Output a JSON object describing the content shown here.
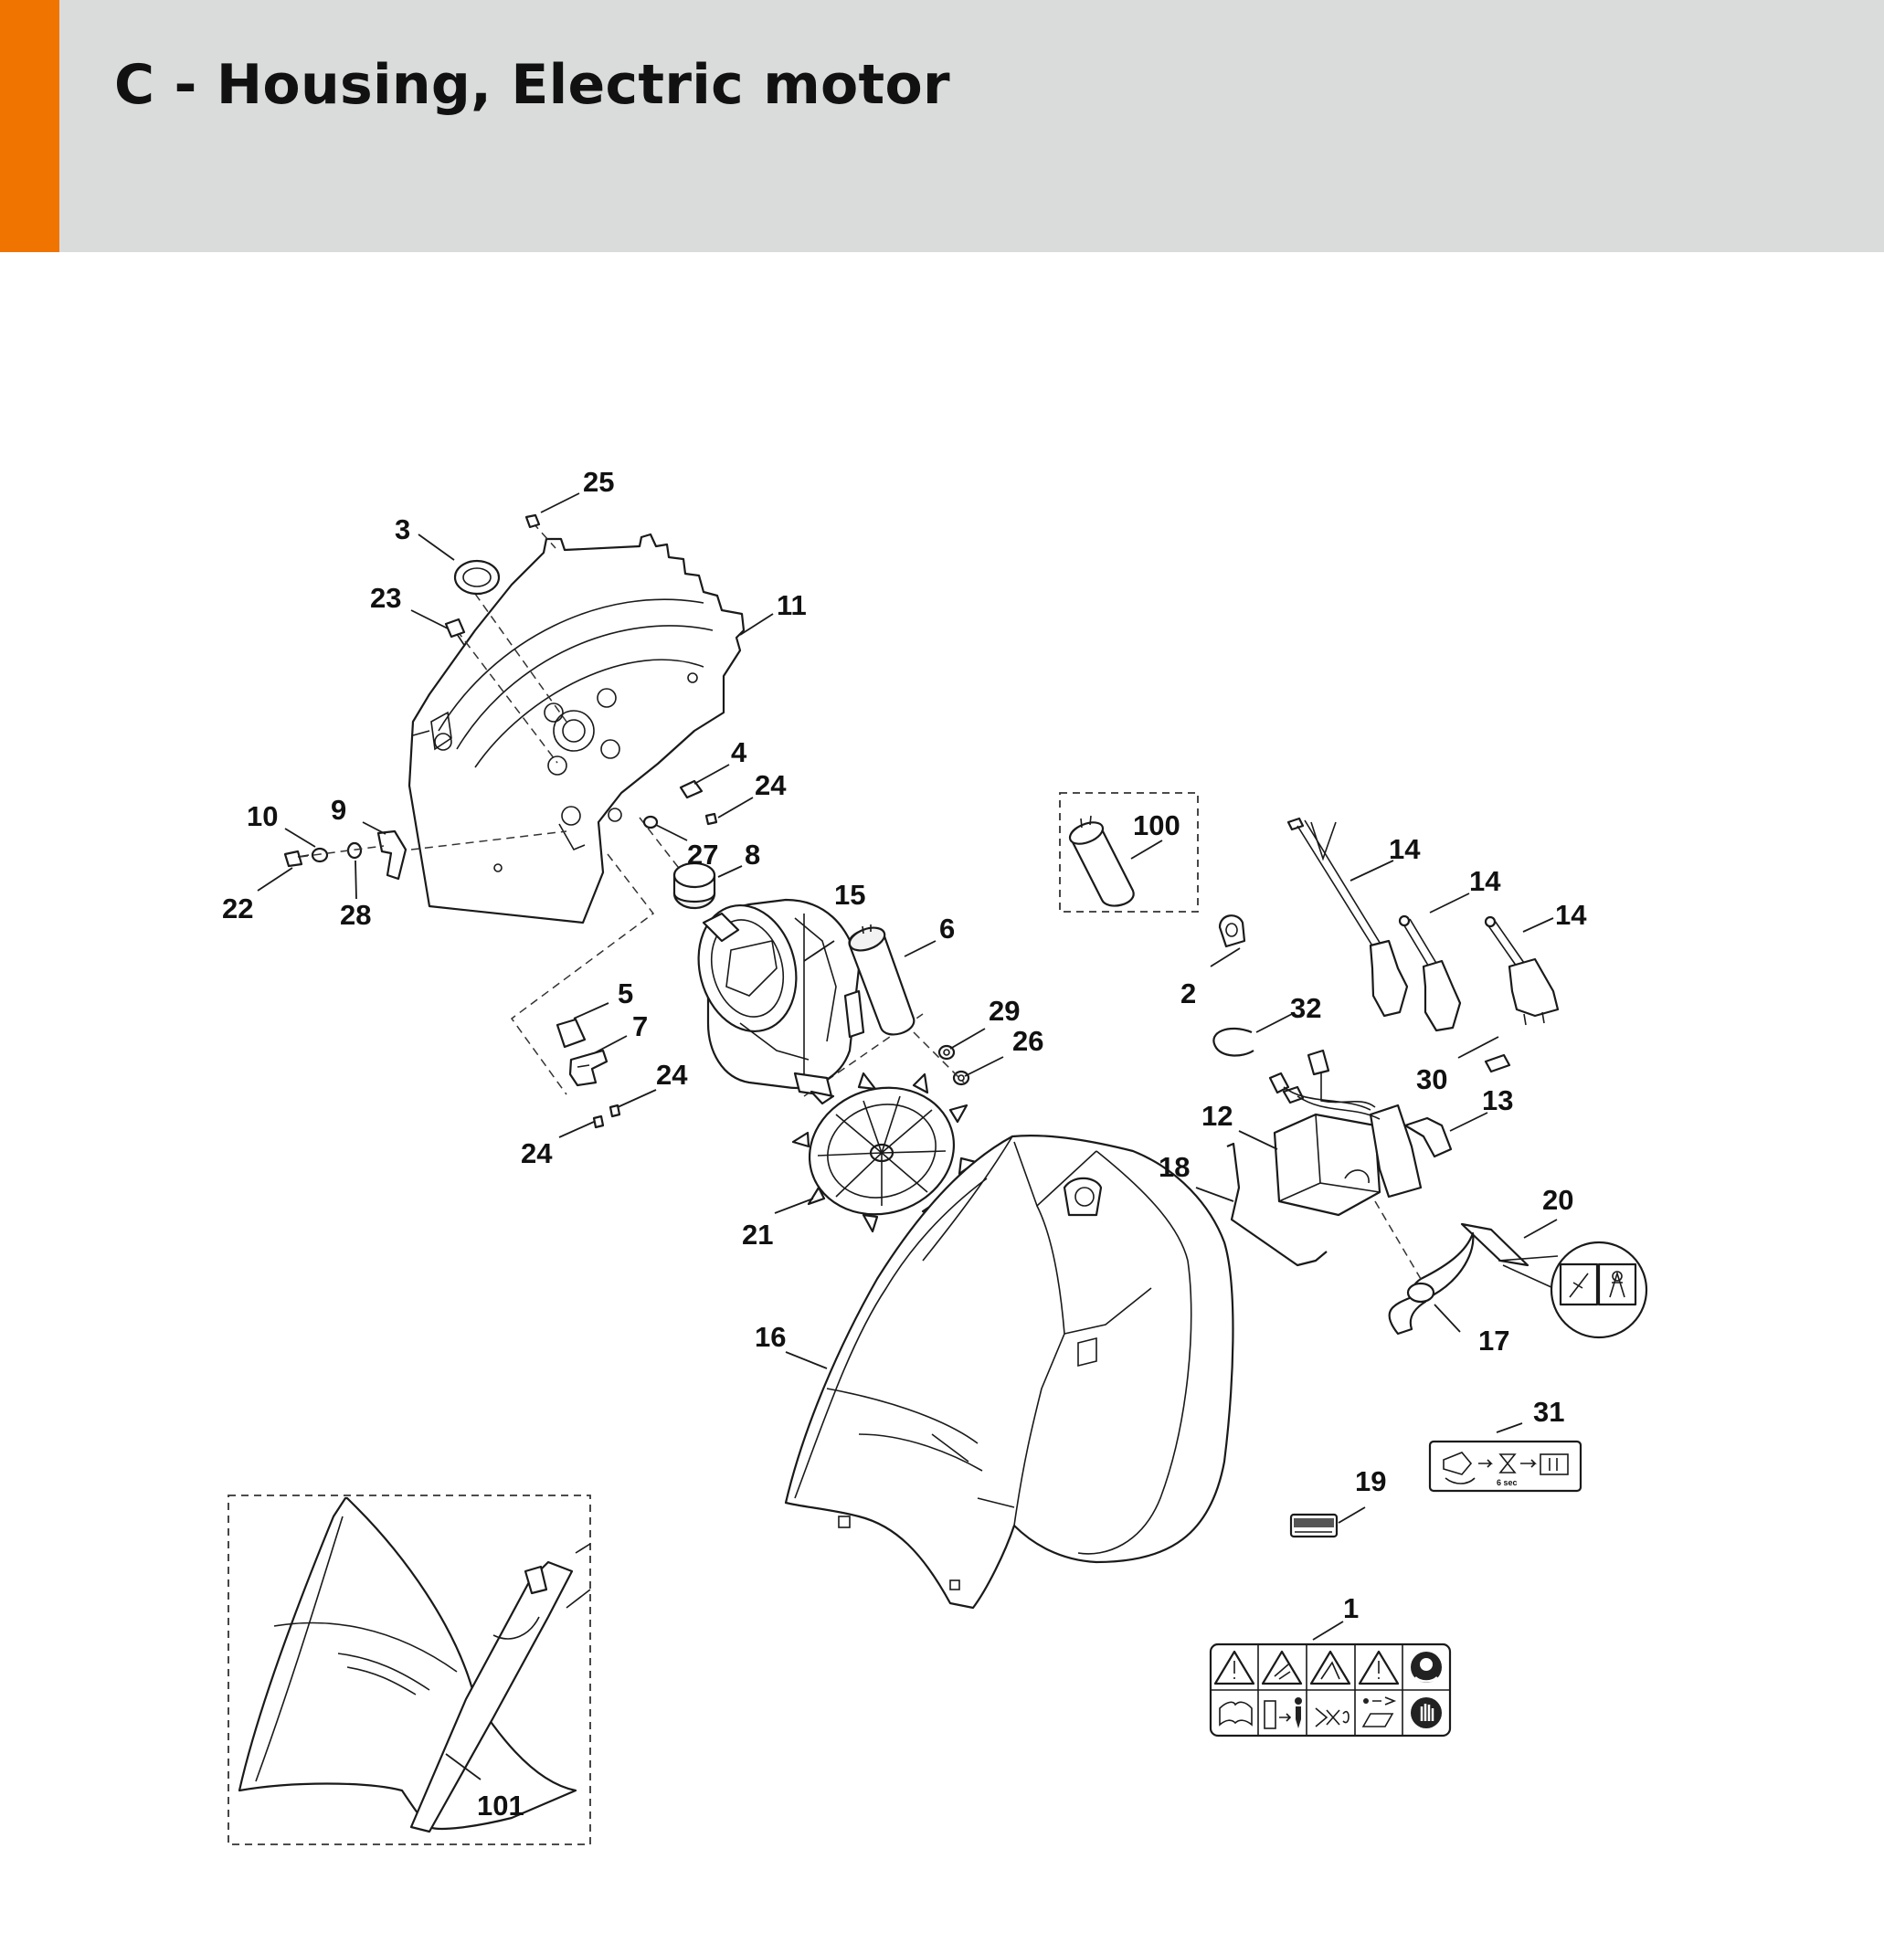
{
  "header": {
    "title": "C - Housing, Electric motor",
    "accent_color": "#f07400",
    "background_color": "#dadbdb"
  },
  "callouts": [
    {
      "id": "c25",
      "label": "25"
    },
    {
      "id": "c3",
      "label": "3"
    },
    {
      "id": "c23",
      "label": "23"
    },
    {
      "id": "c11",
      "label": "11"
    },
    {
      "id": "c4",
      "label": "4"
    },
    {
      "id": "c24a",
      "label": "24"
    },
    {
      "id": "c10",
      "label": "10"
    },
    {
      "id": "c9",
      "label": "9"
    },
    {
      "id": "c27",
      "label": "27"
    },
    {
      "id": "c8",
      "label": "8"
    },
    {
      "id": "c22",
      "label": "22"
    },
    {
      "id": "c28",
      "label": "28"
    },
    {
      "id": "c15",
      "label": "15"
    },
    {
      "id": "c6",
      "label": "6"
    },
    {
      "id": "c100",
      "label": "100"
    },
    {
      "id": "c14a",
      "label": "14"
    },
    {
      "id": "c14b",
      "label": "14"
    },
    {
      "id": "c14c",
      "label": "14"
    },
    {
      "id": "c2",
      "label": "2"
    },
    {
      "id": "c5",
      "label": "5"
    },
    {
      "id": "c7",
      "label": "7"
    },
    {
      "id": "c29",
      "label": "29"
    },
    {
      "id": "c26",
      "label": "26"
    },
    {
      "id": "c32",
      "label": "32"
    },
    {
      "id": "c24b",
      "label": "24"
    },
    {
      "id": "c30",
      "label": "30"
    },
    {
      "id": "c24c",
      "label": "24"
    },
    {
      "id": "c13",
      "label": "13"
    },
    {
      "id": "c12",
      "label": "12"
    },
    {
      "id": "c18",
      "label": "18"
    },
    {
      "id": "c21",
      "label": "21"
    },
    {
      "id": "c20",
      "label": "20"
    },
    {
      "id": "c16",
      "label": "16"
    },
    {
      "id": "c17",
      "label": "17"
    },
    {
      "id": "c31",
      "label": "31"
    },
    {
      "id": "c19",
      "label": "19"
    },
    {
      "id": "c1",
      "label": "1"
    },
    {
      "id": "c101",
      "label": "101"
    }
  ],
  "label_31": {
    "timer_text": "6 sec"
  }
}
